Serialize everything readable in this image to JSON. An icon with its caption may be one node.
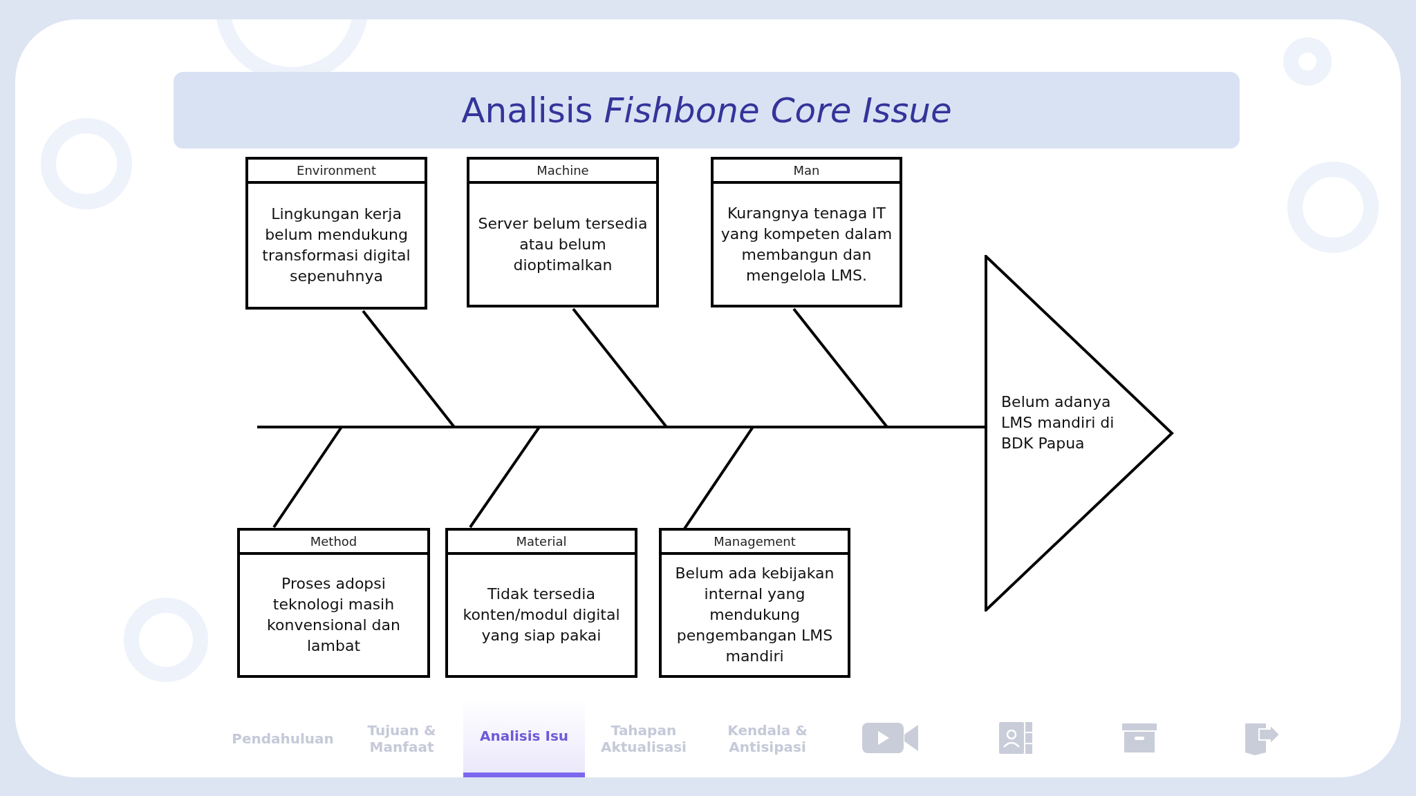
{
  "diagram": {
    "title": "Analisis *Fishbone Core Issue*",
    "nodes": [
      {
        "text": [
          "Environment",
          "Lingkungan kerja belum mendukung transformasi digital sepenuhnya"
        ]
      },
      {
        "text": [
          "Machine",
          "Server belum tersedia atau belum dioptimalkan"
        ]
      },
      {
        "text": [
          "Man",
          "Kurangnya tenaga IT yang kompeten dalam membangun dan mengelola LMS."
        ]
      },
      {
        "text": [
          "Method",
          "Proses adopsi teknologi masih konvensional dan lambat"
        ]
      },
      {
        "text": [
          "Material",
          "Tidak tersedia konten/modul digital yang siap pakai"
        ]
      },
      {
        "text": [
          "Management",
          "Belum ada kebijakan internal yang mendukung pengembangan LMS mandiri"
        ]
      },
      {
        "text": [
          "Belum adanya LMS mandiri di BDK Papua"
        ]
      }
    ],
    "edges": [
      {
        "from": null,
        "to": 6,
        "arrow": "none"
      },
      {
        "from": 0,
        "to": 6,
        "arrow": "none"
      },
      {
        "from": 1,
        "to": 6,
        "arrow": "none"
      },
      {
        "from": 2,
        "to": 6,
        "arrow": "none"
      },
      {
        "from": 3,
        "to": 6,
        "arrow": "none"
      },
      {
        "from": 4,
        "to": 6,
        "arrow": "none"
      },
      {
        "from": 5,
        "to": 6,
        "arrow": "none"
      }
    ],
    "labels": [
      "Pendahuluan",
      "Tujuan & Manfaat",
      "Analisis Isu",
      "Tahapan Aktualisasi",
      "Kendala & Antisipasi"
    ]
  }
}
